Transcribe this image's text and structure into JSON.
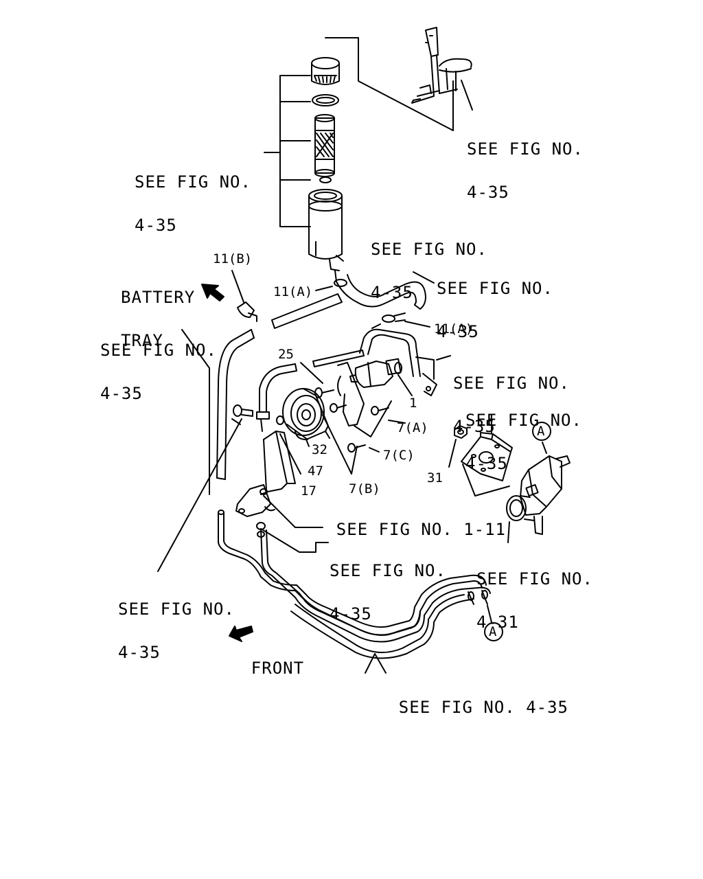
{
  "labels": {
    "see_fig_4_35_top_right_a": "SEE FIG NO.",
    "see_fig_4_35_top_right_b": "4-35",
    "see_fig_4_35_filter_a": "SEE FIG NO.",
    "see_fig_4_35_filter_b": "4-35",
    "see_fig_4_35_cap_a": "SEE FIG NO.",
    "see_fig_4_35_cap_b": "4-35",
    "see_fig_4_35_hose_a": "SEE FIG NO.",
    "see_fig_4_35_hose_b": "4-35",
    "battery_tray_a": "BATTERY",
    "battery_tray_b": "TRAY",
    "see_fig_4_35_left_a": "SEE FIG NO.",
    "see_fig_4_35_left_b": "4-35",
    "see_fig_4_35_pipe_a": "SEE FIG NO.",
    "see_fig_4_35_pipe_b": "4-35",
    "see_fig_4_35_bracket_a": "SEE FIG NO.",
    "see_fig_4_35_bracket_b": "4-35",
    "see_fig_1_11": "SEE FIG NO. 1-11",
    "see_fig_4_35_lower_a": "SEE FIG NO.",
    "see_fig_4_35_lower_b": "4-35",
    "see_fig_4_31_a": "SEE FIG NO.",
    "see_fig_4_31_b": "4-31",
    "see_fig_4_35_bottom_left_a": "SEE FIG NO.",
    "see_fig_4_35_bottom_left_b": "4-35",
    "front": "FRONT",
    "see_fig_4_35_bottom": "SEE FIG NO. 4-35"
  },
  "callouts": {
    "p11b": "11(B)",
    "p11a_left": "11(A)",
    "p11a_right": "11(A)",
    "p25": "25",
    "p1": "1",
    "p7a": "7(A)",
    "p7c": "7(C)",
    "p7b": "7(B)",
    "p32": "32",
    "p47": "47",
    "p17": "17",
    "p31": "31",
    "ref_a_top": "A",
    "ref_a_bottom": "A"
  }
}
